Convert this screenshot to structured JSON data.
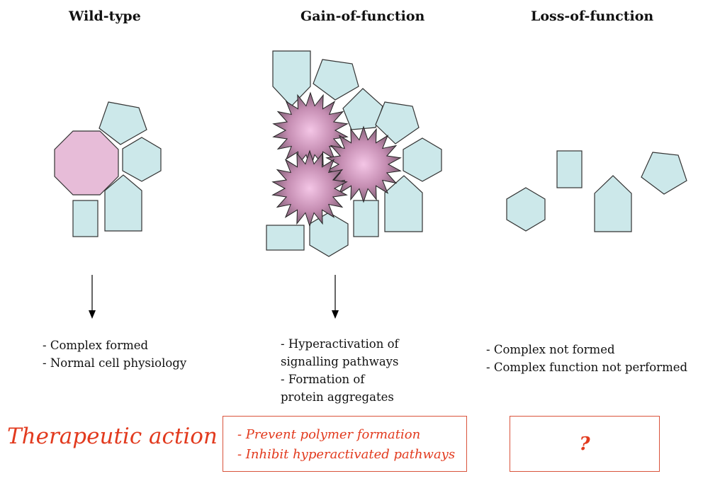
{
  "columns": {
    "wild_type": {
      "title": "Wild-type",
      "outcomes": [
        "- Complex formed",
        "- Normal cell physiology"
      ]
    },
    "gain": {
      "title": "Gain-of-function",
      "outcomes": [
        "- Hyperactivation of",
        "signalling pathways",
        "- Formation of",
        "protein aggregates"
      ]
    },
    "loss": {
      "title": "Loss-of-function",
      "outcomes": [
        "- Complex not formed",
        "- Complex function not performed"
      ]
    }
  },
  "therapeutic": {
    "label": "Therapeutic action :",
    "gain_actions": [
      "- Prevent polymer formation",
      "- Inhibit hyperactivated pathways"
    ],
    "loss_action": "?"
  },
  "colors": {
    "subunit_fill": "#cce8ea",
    "octagon_fill": "#e7bcd8",
    "star_center": "#f4c6e6",
    "star_edge": "#6f5566",
    "therapy_red": "#e23a1e"
  }
}
